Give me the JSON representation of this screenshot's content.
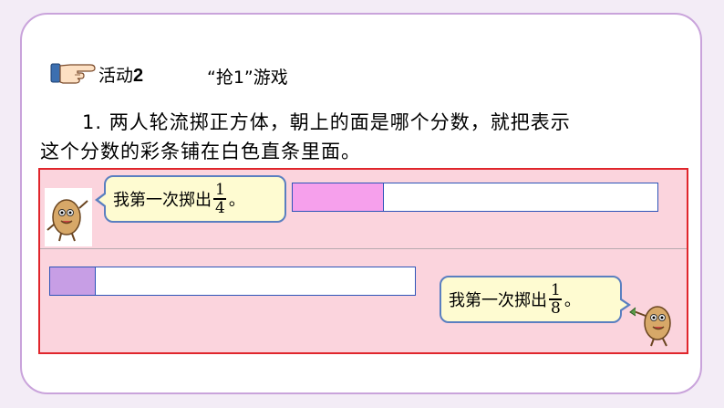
{
  "header": {
    "activity_label": "活动",
    "activity_number": "2",
    "game_title": "“抢1”游戏"
  },
  "instruction": {
    "line1": "1. 两人轮流掷正方体，朝上的面是哪个分数，就把表示",
    "line2": "这个分数的彩条铺在白色直条里面。"
  },
  "rounds": [
    {
      "bubble_text": "我第一次掷出",
      "fraction_numerator": "1",
      "fraction_denominator": "4",
      "bubble_end": "。",
      "strip_fill_fraction": 0.25,
      "fill_color": "#f6a0ec"
    },
    {
      "bubble_text": "我第一次掷出",
      "fraction_numerator": "1",
      "fraction_denominator": "8",
      "bubble_end": "。",
      "strip_fill_fraction": 0.125,
      "fill_color": "#c79ee5"
    }
  ],
  "colors": {
    "frame_border": "#c9a3db",
    "box_border": "#e0262c",
    "box_background": "#fbd4dd",
    "bubble_background": "#fefbd1",
    "strip_border": "#2d53b8"
  },
  "icons": {
    "pointer": "pointing-hand-icon",
    "character": "potato-character-icon"
  }
}
